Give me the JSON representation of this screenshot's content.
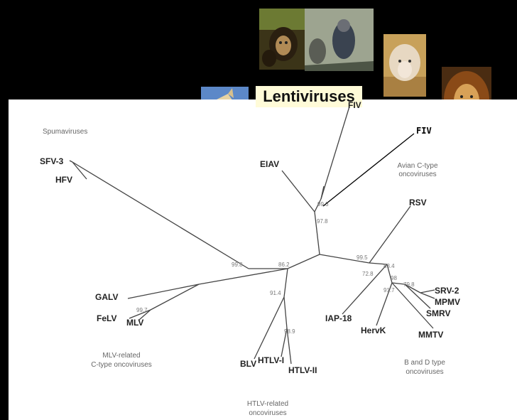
{
  "title": "Lentiviruses",
  "callout": "FIV",
  "photos": [
    "chimpanzee-photo",
    "monkeys-photo",
    "sheep-photo",
    "lion-photo",
    "horse-photo"
  ],
  "taxa": {
    "sfv3": "SFV-3",
    "hfv": "HFV",
    "eiav": "EIAV",
    "fiv_branch": "FIV",
    "rsv": "RSV",
    "galv": "GALV",
    "felv": "FeLV",
    "mlv": "MLV",
    "blv": "BLV",
    "htlv1": "HTLV-I",
    "htlv2": "HTLV-II",
    "iap18": "IAP-18",
    "hervk": "HervK",
    "mmtv": "MMTV",
    "smrv": "SMRV",
    "mpmv": "MPMV",
    "srv2": "SRV-2"
  },
  "groups": {
    "spuma": "Spumaviruses",
    "avian_1": "Avian C-type",
    "avian_2": "oncoviruses",
    "mlv_1": "MLV-related",
    "mlv_2": "C-type oncoviruses",
    "htlv_1": "HTLV-related",
    "htlv_2": "oncoviruses",
    "bd_1": "B and D type",
    "bd_2": "oncoviruses"
  },
  "bootstrap": {
    "b1": "99.8",
    "b2": "86.2",
    "b3": "99.3",
    "b4": "97.8",
    "b5": "99.5",
    "b6": "83.4",
    "b7": "72.8",
    "b8": "98",
    "b9": "79.8",
    "b10": "91.7",
    "b11": "91.4",
    "b12": "98.9",
    "b13": "99.7"
  }
}
